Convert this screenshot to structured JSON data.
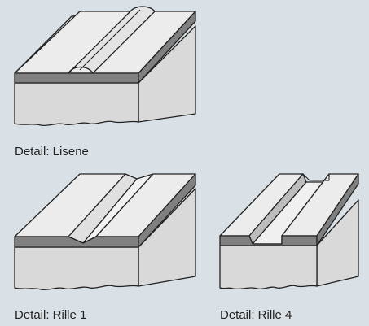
{
  "details": [
    {
      "caption": "Detail: Lisene"
    },
    {
      "caption": "Detail: Rille 1"
    },
    {
      "caption": "Detail: Rille 4"
    }
  ],
  "colors": {
    "background": "#d9e1e7",
    "face": "#d9d9d9",
    "top_face": "#e8e8e8",
    "layer": "#808080",
    "stroke": "#222222"
  }
}
